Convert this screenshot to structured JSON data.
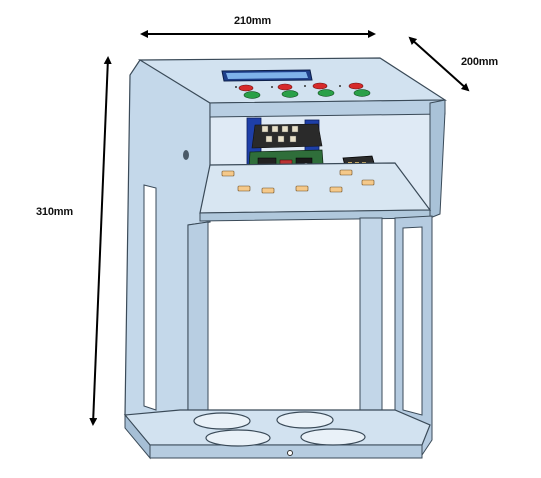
{
  "dimensions": {
    "width": "210mm",
    "depth": "200mm",
    "height": "310mm"
  },
  "colors": {
    "panel": "#c9dcec",
    "panel_light": "#dfeaf5",
    "panel_dark": "#a9c2d8",
    "edge": "#3a4a58",
    "lcd_frame": "#1f3f8a",
    "lcd_screen": "#7fb2ea",
    "button_red": "#d62a2a",
    "button_green": "#2aa048",
    "pcb_blue": "#1e3fa8",
    "pcb_green": "#2f6e3a",
    "arrow": "#000000"
  },
  "icons": [
    "dimension-arrow",
    "lcd-display",
    "push-button",
    "circuit-board",
    "terminal-block",
    "foot-hole"
  ]
}
